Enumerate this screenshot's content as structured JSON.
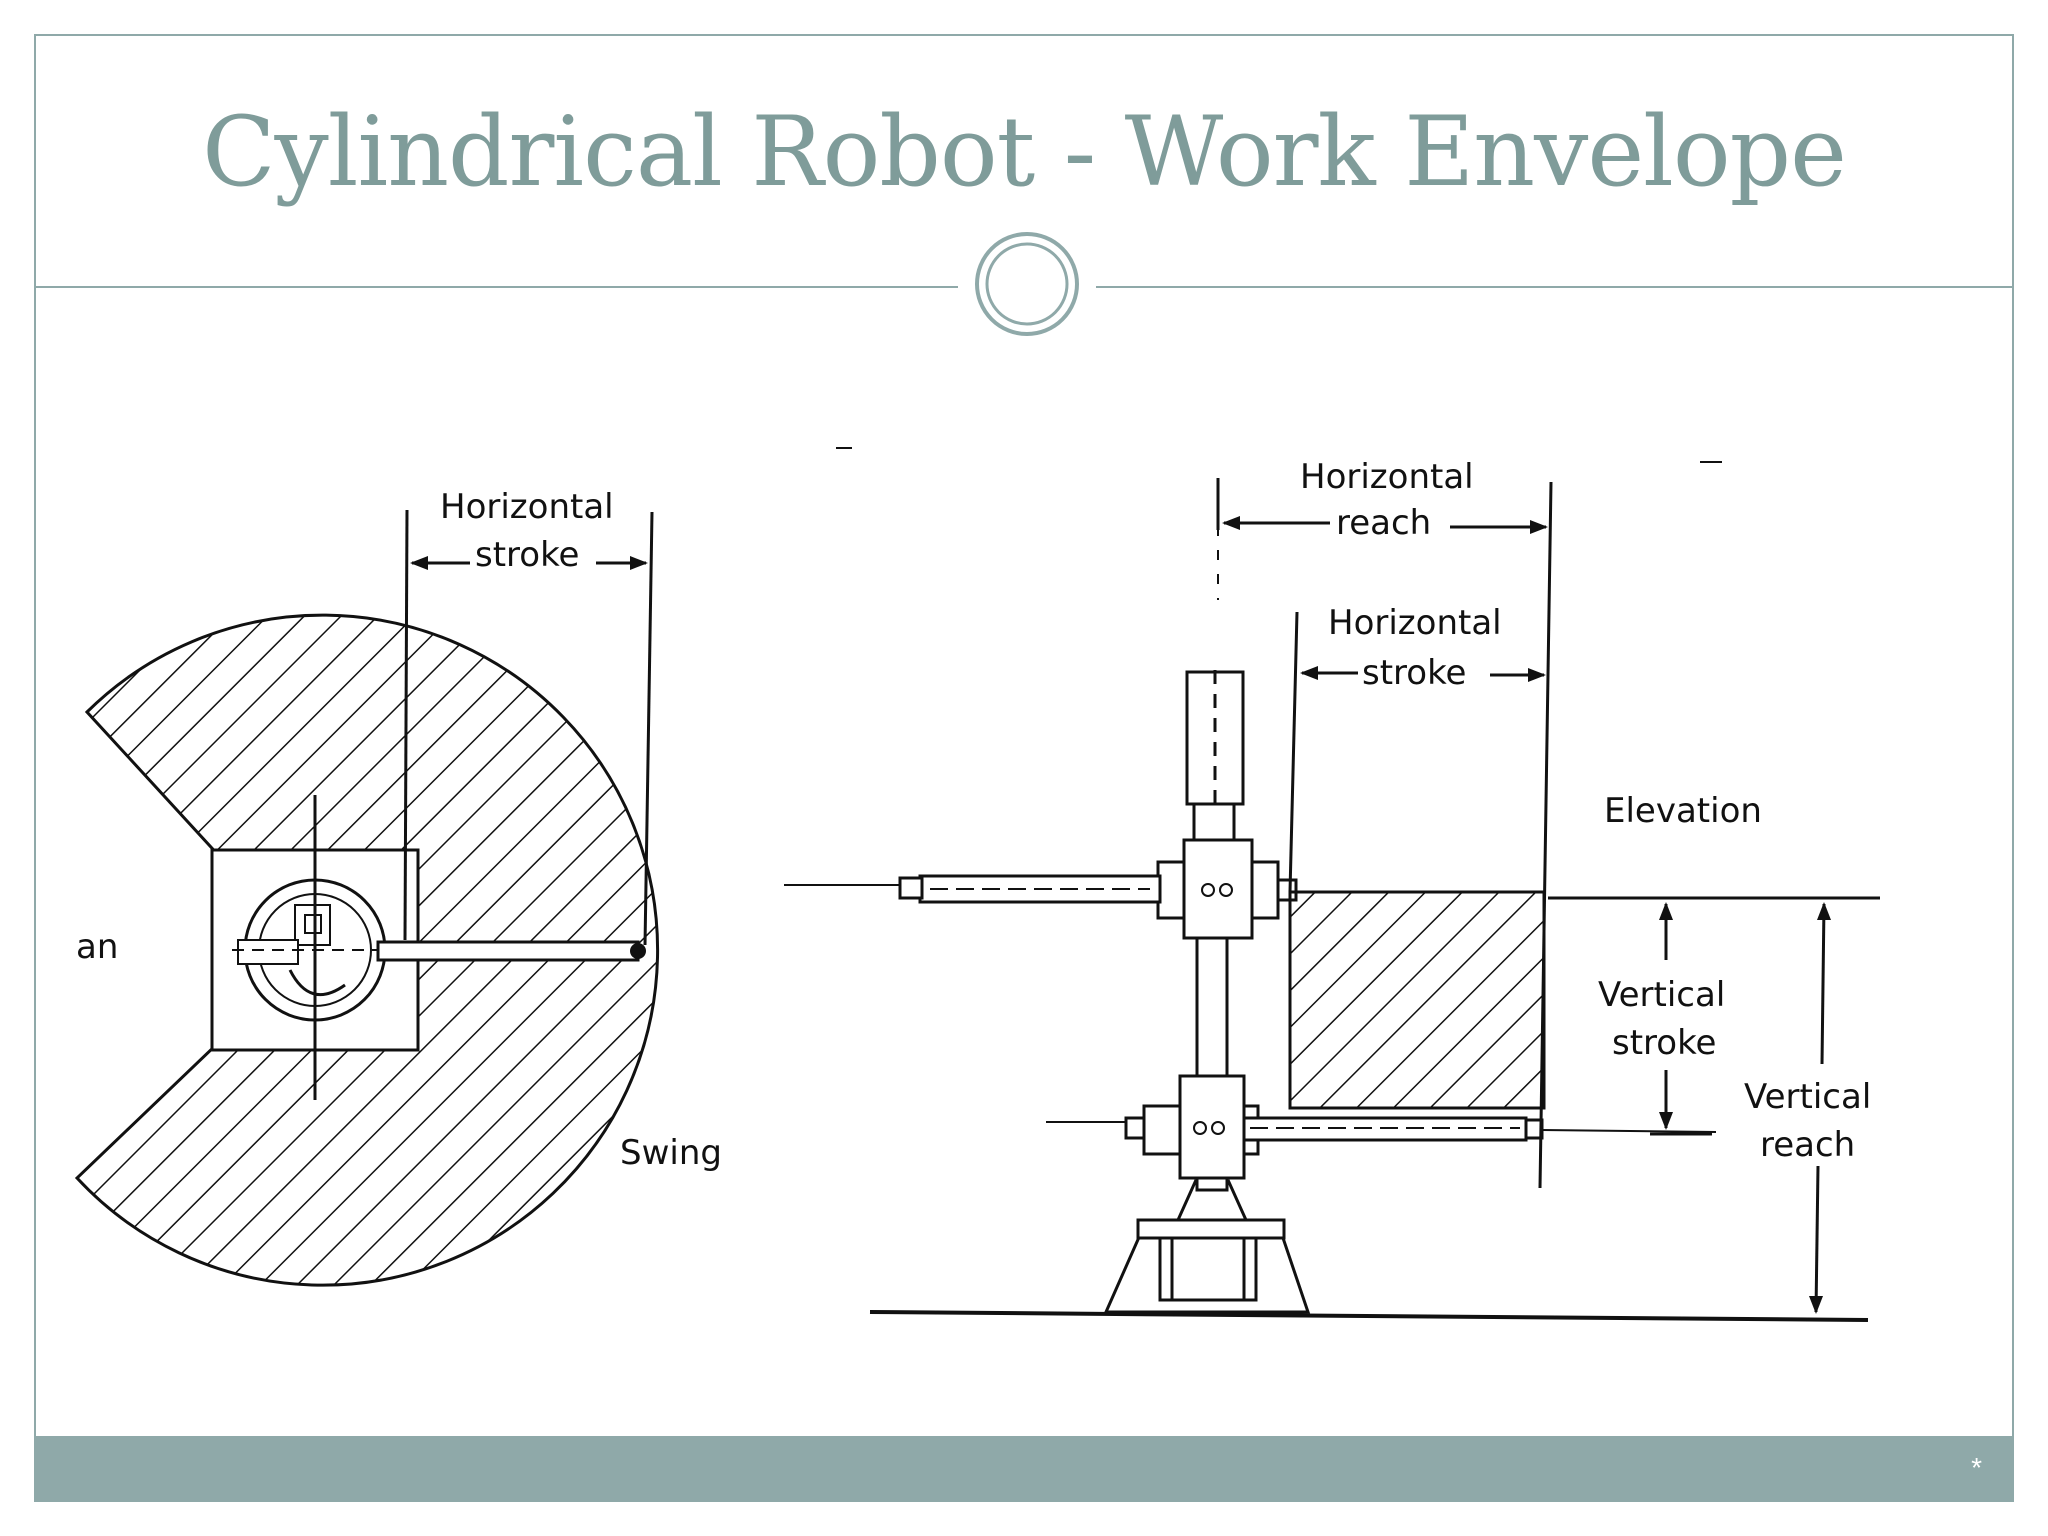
{
  "slide": {
    "title": "Cylindrical Robot - Work Envelope",
    "page_number": "*"
  },
  "plan_view": {
    "horizontal_stroke_line1": "Horizontal",
    "horizontal_stroke_line2": "stroke",
    "swing_label": "Swing",
    "partial_label": "an"
  },
  "elevation_view": {
    "horizontal_reach_line1": "Horizontal",
    "horizontal_reach_line2": "reach",
    "horizontal_stroke_line1": "Horizontal",
    "horizontal_stroke_line2": "stroke",
    "elevation_label": "Elevation",
    "vertical_stroke_line1": "Vertical",
    "vertical_stroke_line2": "stroke",
    "vertical_reach_line1": "Vertical",
    "vertical_reach_line2": "reach"
  },
  "colors": {
    "accent": "#7f9c9a",
    "footer": "#8fa9a9",
    "line": "#111111"
  }
}
